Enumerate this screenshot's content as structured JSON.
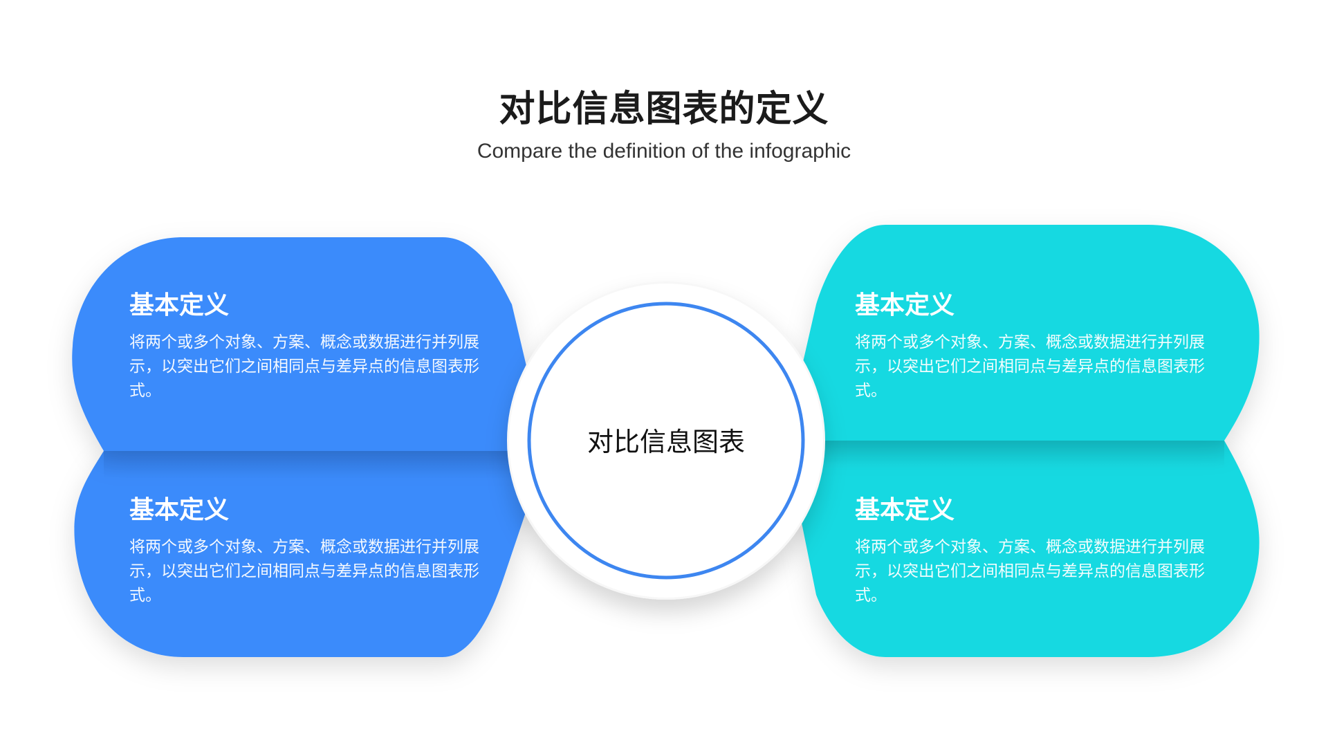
{
  "header": {
    "title": "对比信息图表的定义",
    "subtitle": "Compare the definition of the infographic"
  },
  "center": {
    "label": "对比信息图表",
    "ring_color": "#3d86f0"
  },
  "colors": {
    "left_panel": "#3b8bfb",
    "left_seam_shadow": "#2f74d9",
    "right_panel": "#18d9e1",
    "right_seam_shadow": "#12b9c2"
  },
  "cards": [
    {
      "position": "top-left",
      "title": "基本定义",
      "body": "将两个或多个对象、方案、概念或数据进行并列展示，以突出它们之间相同点与差异点的信息图表形式。"
    },
    {
      "position": "bottom-left",
      "title": "基本定义",
      "body": "将两个或多个对象、方案、概念或数据进行并列展示，以突出它们之间相同点与差异点的信息图表形式。"
    },
    {
      "position": "top-right",
      "title": "基本定义",
      "body": "将两个或多个对象、方案、概念或数据进行并列展示，以突出它们之间相同点与差异点的信息图表形式。"
    },
    {
      "position": "bottom-right",
      "title": "基本定义",
      "body": "将两个或多个对象、方案、概念或数据进行并列展示，以突出它们之间相同点与差异点的信息图表形式。"
    }
  ]
}
